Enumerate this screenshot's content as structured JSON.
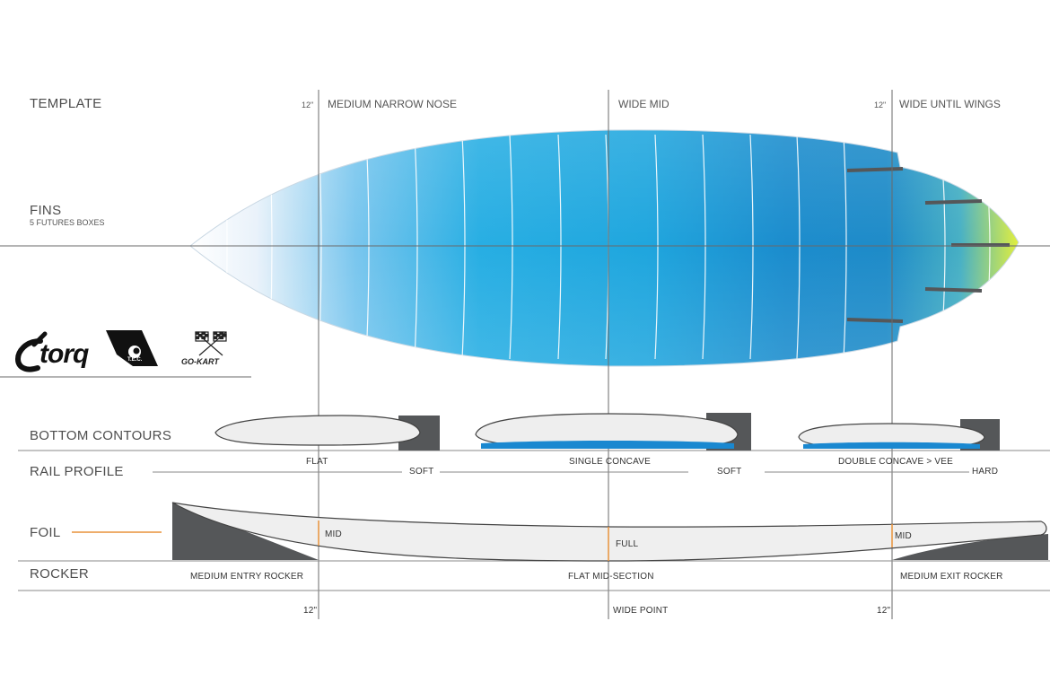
{
  "sections": {
    "template": "TEMPLATE",
    "fins": "FINS",
    "fins_sub": "5 FUTURES BOXES",
    "bottom_contours": "BOTTOM  CONTOURS",
    "rail_profile": "RAIL PROFILE",
    "foil": "FOIL",
    "rocker": "ROCKER"
  },
  "template_labels": {
    "nose": "MEDIUM NARROW NOSE",
    "mid": "WIDE MID",
    "tail": "WIDE UNTIL WINGS",
    "nose_mark": "12\"",
    "tail_mark": "12\""
  },
  "bottom_labels": {
    "flat": "FLAT",
    "soft1": "SOFT",
    "single": "SINGLE CONCAVE",
    "soft2": "SOFT",
    "double": "DOUBLE CONCAVE > VEE",
    "hard": "HARD"
  },
  "foil_labels": {
    "mid1": "MID",
    "full": "FULL",
    "mid2": "MID"
  },
  "rocker_labels": {
    "entry": "MEDIUM ENTRY ROCKER",
    "flat": "FLAT MID-SECTION",
    "exit": "MEDIUM EXIT ROCKER"
  },
  "bottom_marks": {
    "left": "12\"",
    "wide": "WIDE POINT",
    "right": "12\""
  },
  "logos": {
    "torq": "torq",
    "tec": "T.E.C.",
    "gokart": "GO-KART"
  },
  "colors": {
    "board_blue": "#1ea8e0",
    "board_deep": "#1b7fc0",
    "tail_yellow": "#d6ec3a",
    "foil_orange": "#e8923a",
    "dark_grey": "#55575a"
  }
}
